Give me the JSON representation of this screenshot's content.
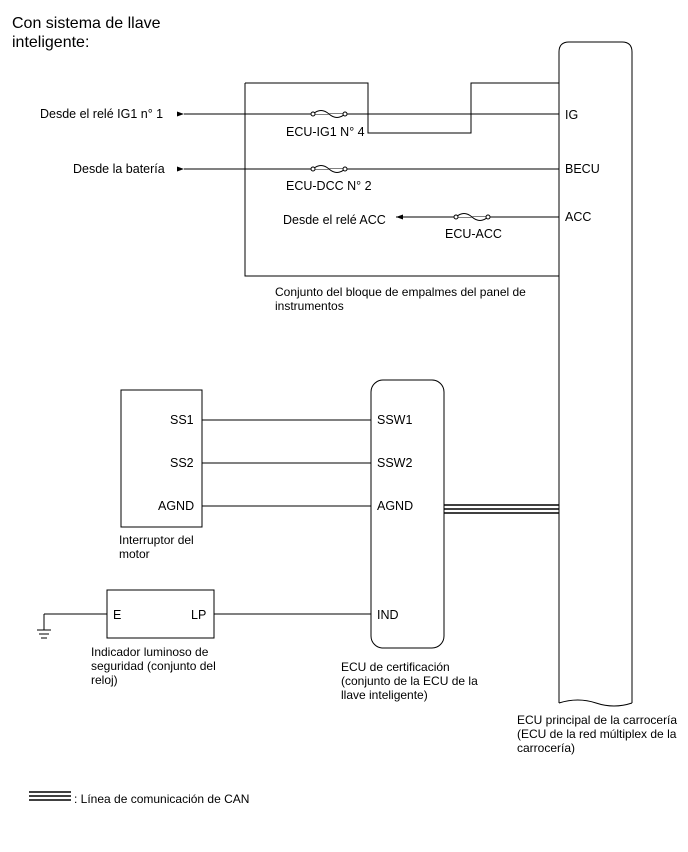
{
  "heading": "Con sistema de llave inteligente:",
  "junction_block": {
    "caption": "Conjunto del bloque de empalmes del panel de instrumentos",
    "inputs": [
      {
        "source": "Desde el relé IG1 n° 1",
        "fuse": "ECU-IG1 N° 4",
        "terminal": "IG"
      },
      {
        "source": "Desde la batería",
        "fuse": "ECU-DCC N° 2",
        "terminal": "BECU"
      },
      {
        "source": "Desde el relé ACC",
        "fuse": "ECU-ACC",
        "terminal": "ACC"
      }
    ]
  },
  "engine_switch": {
    "caption": "Interruptor del motor",
    "terminals": [
      "SS1",
      "SS2",
      "AGND"
    ]
  },
  "certification_ecu": {
    "caption": "ECU de certificación (conjunto de la ECU de la llave inteligente)",
    "terminals": [
      "SSW1",
      "SSW2",
      "AGND",
      "IND"
    ]
  },
  "security_indicator": {
    "caption": "Indicador luminoso de seguridad (conjunto del reloj)",
    "terminals": [
      "E",
      "LP"
    ]
  },
  "body_ecu": {
    "caption": "ECU principal de la carrocería (ECU de la red múltiplex de la carrocería)"
  },
  "legend": {
    "label": ": Línea de comunicación de CAN"
  }
}
